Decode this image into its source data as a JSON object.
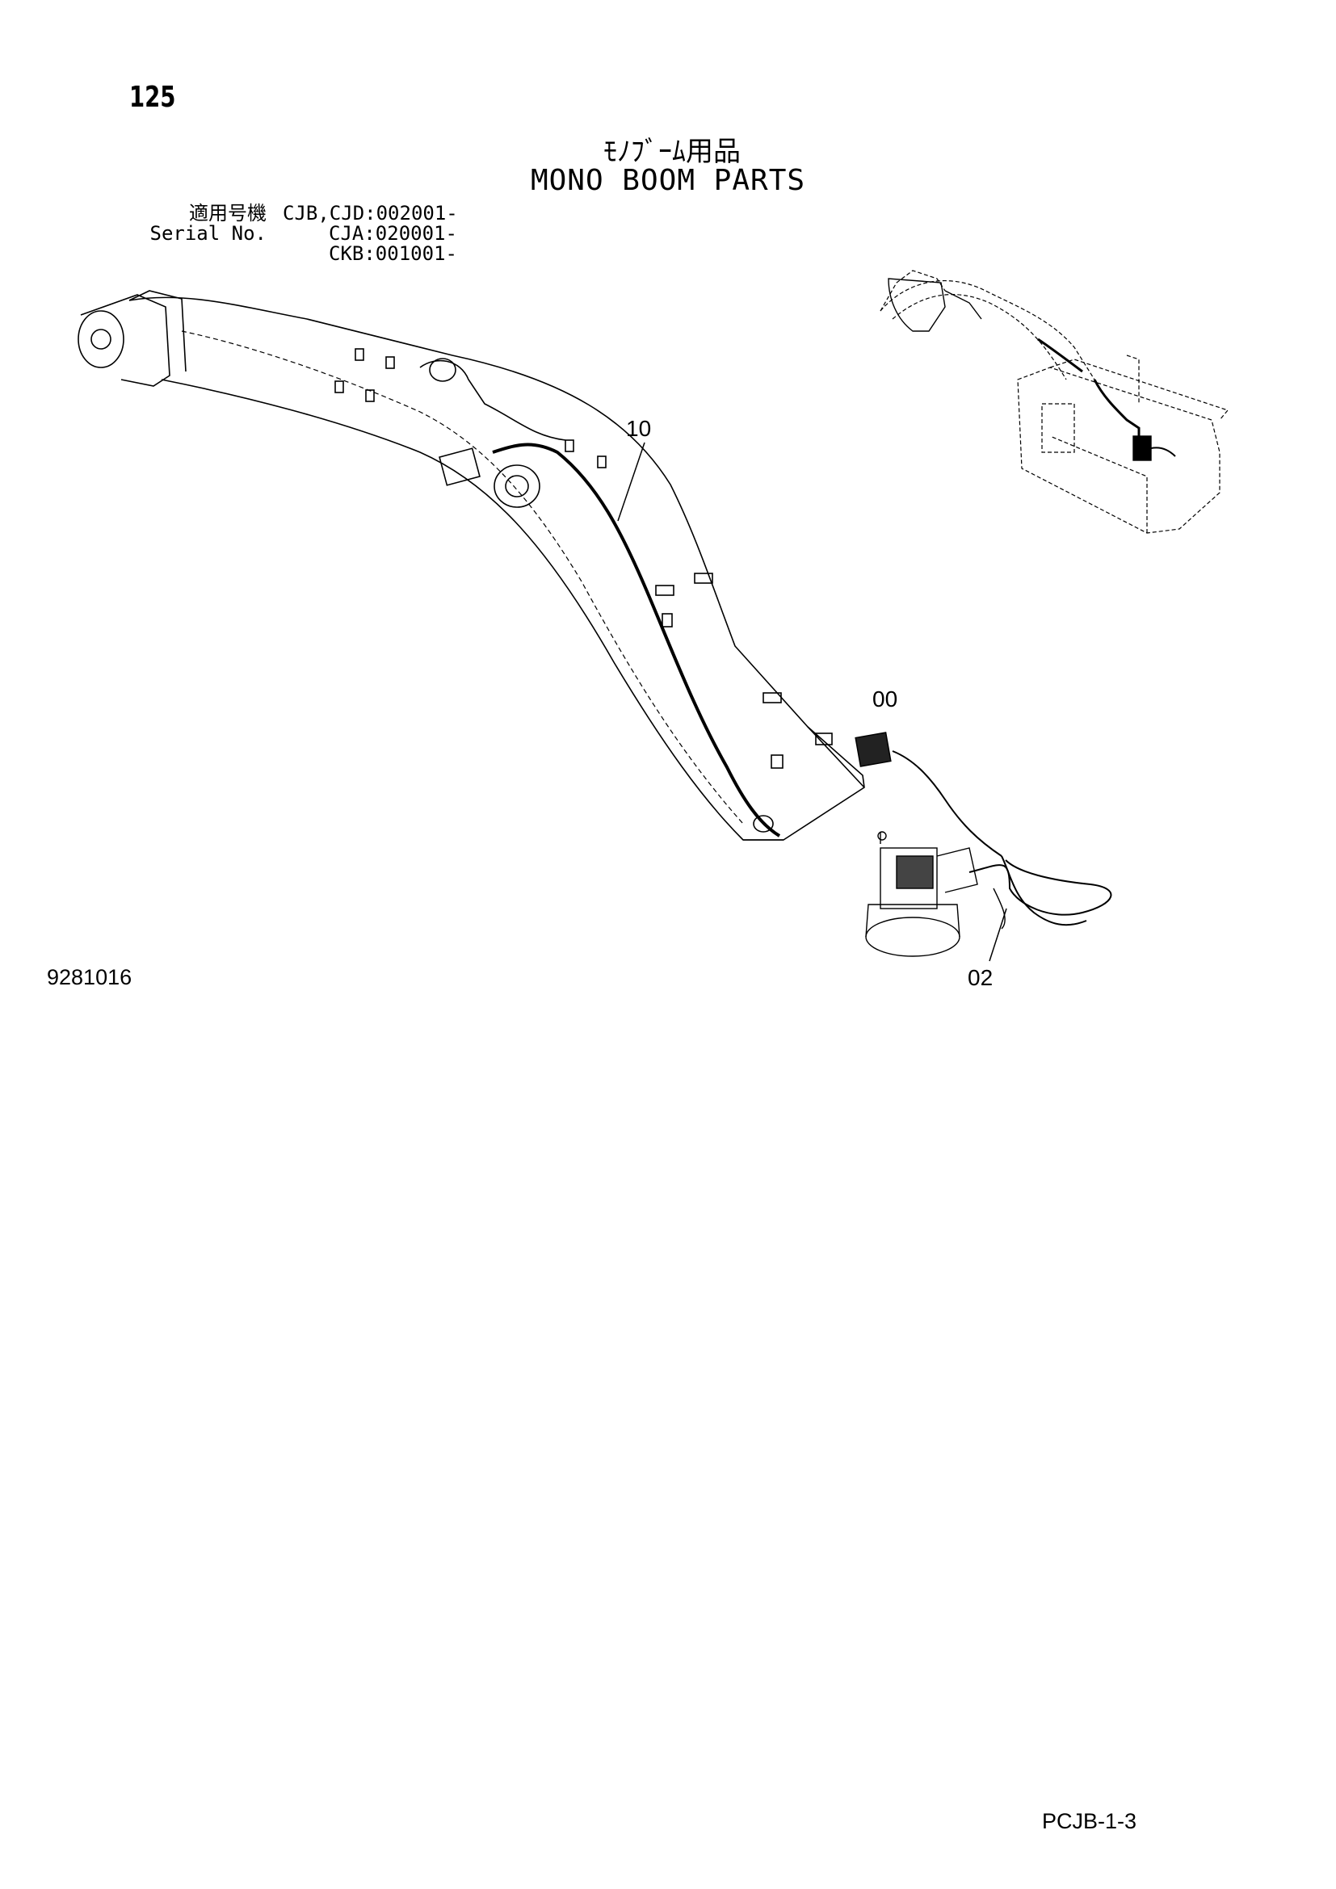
{
  "page_number": "125",
  "title_jp": "ﾓﾉﾌﾞｰﾑ用品",
  "title_en": "MONO BOOM PARTS",
  "serial": {
    "rows": [
      {
        "label": "適用号機",
        "value": "CJB,CJD:002001-"
      },
      {
        "label": "Serial No.",
        "value": "CJA:020001-"
      },
      {
        "label": "",
        "value": "CKB:001001-"
      }
    ]
  },
  "callouts": {
    "part_10": "10",
    "part_00": "00",
    "part_02": "02"
  },
  "figure_number": "9281016",
  "sheet_code": "PCJB-1-3"
}
